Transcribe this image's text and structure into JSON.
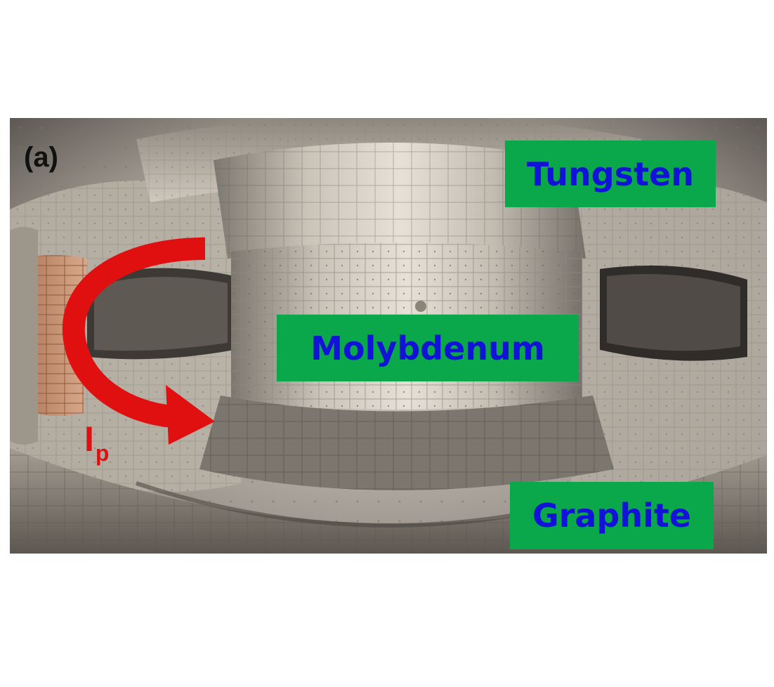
{
  "figure": {
    "panel_label": "(a)",
    "labels": {
      "tungsten": "Tungsten",
      "molybdenum": "Molybdenum",
      "graphite": "Graphite"
    },
    "current_label": {
      "main": "I",
      "subscript": "p"
    }
  },
  "colors": {
    "label_box_fill": "#0aa84a",
    "label_text": "#1212d8",
    "current_arrow": "#e01010",
    "panel_label_text": "#111111"
  }
}
